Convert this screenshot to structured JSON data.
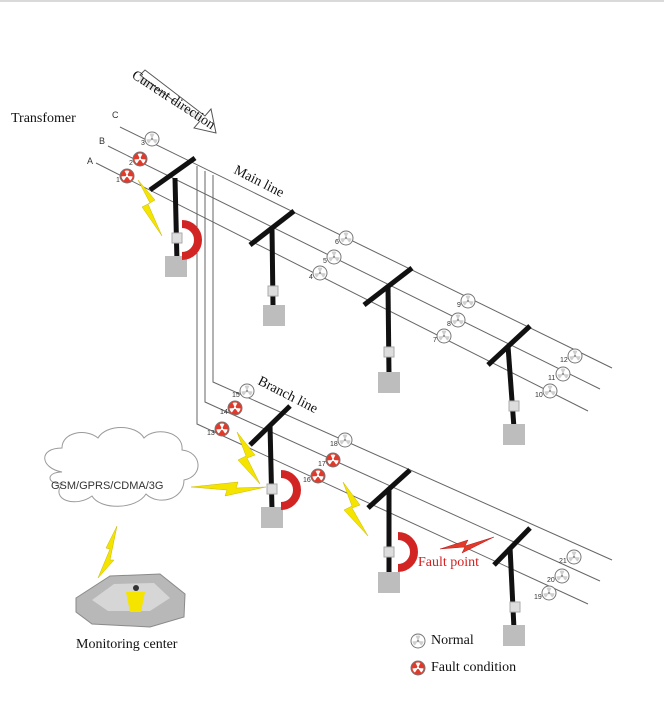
{
  "labels": {
    "transformer": "Transfomer",
    "current_direction": "Current direction",
    "main_line": "Main line",
    "branch_line": "Branch line",
    "network": "GSM/GPRS/CDMA/3G",
    "monitoring_center": "Monitoring center",
    "fault_point": "Fault point",
    "phase_a": "A",
    "phase_b": "B",
    "phase_c": "C"
  },
  "legend": {
    "normal": "Normal",
    "fault": "Fault condition"
  },
  "indicators": {
    "main": [
      {
        "id": "1",
        "state": "fault"
      },
      {
        "id": "2",
        "state": "fault"
      },
      {
        "id": "3",
        "state": "normal"
      },
      {
        "id": "4",
        "state": "normal"
      },
      {
        "id": "5",
        "state": "normal"
      },
      {
        "id": "6",
        "state": "normal"
      },
      {
        "id": "7",
        "state": "normal"
      },
      {
        "id": "8",
        "state": "normal"
      },
      {
        "id": "9",
        "state": "normal"
      },
      {
        "id": "10",
        "state": "normal"
      },
      {
        "id": "11",
        "state": "normal"
      },
      {
        "id": "12",
        "state": "normal"
      }
    ],
    "branch": [
      {
        "id": "13",
        "state": "fault"
      },
      {
        "id": "14",
        "state": "fault"
      },
      {
        "id": "15",
        "state": "normal"
      },
      {
        "id": "16",
        "state": "fault"
      },
      {
        "id": "17",
        "state": "fault"
      },
      {
        "id": "18",
        "state": "normal"
      },
      {
        "id": "19",
        "state": "normal"
      },
      {
        "id": "20",
        "state": "normal"
      },
      {
        "id": "21",
        "state": "normal"
      }
    ]
  },
  "colors": {
    "fault": "#e23a2a",
    "normal": "#cfcfcf",
    "bolt": "#f4e400",
    "pole": "#111111",
    "line": "#555555",
    "fault_label": "#d42020"
  }
}
